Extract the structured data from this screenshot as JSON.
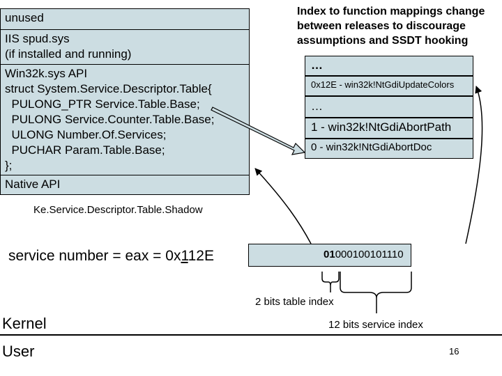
{
  "left_stack": {
    "unused": "unused",
    "spud_line1": "IIS spud.sys",
    "spud_line2": "(if installed and running)",
    "win32k_lines": [
      "Win32k.sys API",
      "struct System.Service.Descriptor.Table{",
      "  PULONG_PTR Service.Table.Base;",
      "  PULONG Service.Counter.Table.Base;",
      "  ULONG Number.Of.Services;",
      "  PUCHAR Param.Table.Base;",
      "};"
    ],
    "native_api": "Native API"
  },
  "shadow_label": "Ke.Service.Descriptor.Table.Shadow",
  "note_lines": [
    "Index to function mappings change",
    "between releases to discourage",
    "assumptions and SSDT hooking"
  ],
  "table": {
    "rows": [
      "…",
      "0x12E - win32k!NtGdiUpdateColors",
      "…",
      "1 - win32k!NtGdiAbortPath",
      "0 - win32k!NtGdiAbortDoc"
    ]
  },
  "service_number": {
    "prefix": "service number = eax = 0x",
    "underlined": "1",
    "suffix": "12E"
  },
  "bits": {
    "bold": "01",
    "rest": "000100101110"
  },
  "table_index_label": "2 bits table index",
  "service_index_label": "12 bits service index",
  "kernel_label": "Kernel",
  "user_label": "User",
  "page_number": "16"
}
